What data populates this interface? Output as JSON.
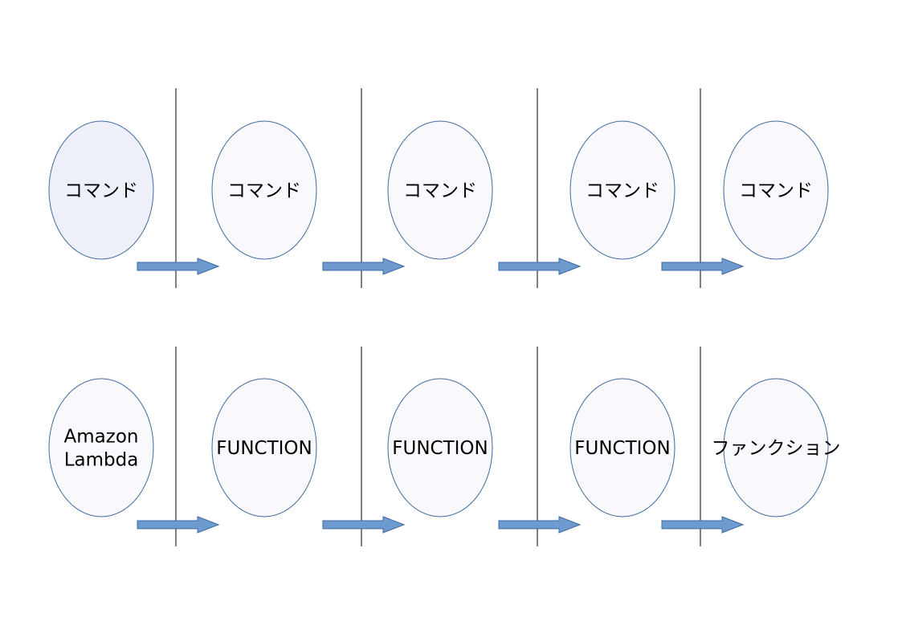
{
  "colors": {
    "ellipse_fill": "#f8f8fd",
    "ellipse_fill_highlighted": "#eef0f9",
    "ellipse_stroke": "#3f6aa0",
    "arrow_fill": "#6d9acf",
    "arrow_stroke": "#3f6aa0",
    "divider": "#000000",
    "text": "#000000"
  },
  "rows": [
    {
      "nodes": [
        {
          "lines": [
            "コマンド"
          ],
          "highlighted": true
        },
        {
          "lines": [
            "コマンド"
          ],
          "highlighted": false
        },
        {
          "lines": [
            "コマンド"
          ],
          "highlighted": false
        },
        {
          "lines": [
            "コマンド"
          ],
          "highlighted": false
        },
        {
          "lines": [
            "コマンド"
          ],
          "highlighted": false
        }
      ]
    },
    {
      "nodes": [
        {
          "lines": [
            "Amazon",
            "Lambda"
          ],
          "highlighted": false
        },
        {
          "lines": [
            "FUNCTION"
          ],
          "highlighted": false
        },
        {
          "lines": [
            "FUNCTION"
          ],
          "highlighted": false
        },
        {
          "lines": [
            "FUNCTION"
          ],
          "highlighted": false
        },
        {
          "lines": [
            "ファンクション"
          ],
          "highlighted": false
        }
      ]
    }
  ]
}
